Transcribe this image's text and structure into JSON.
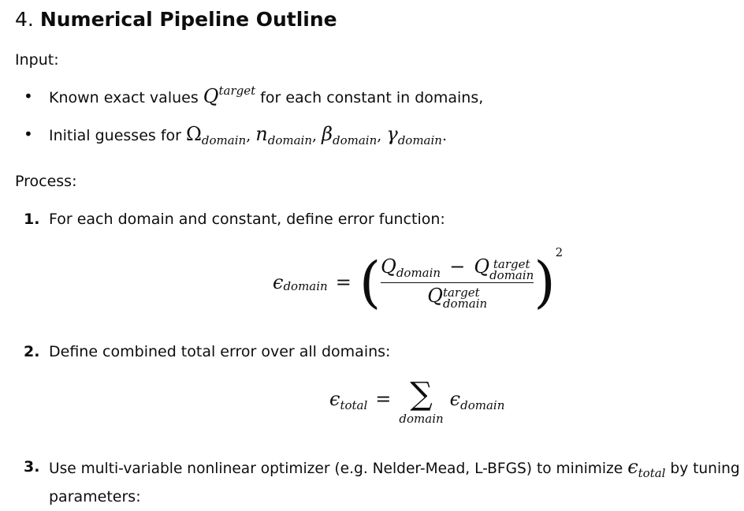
{
  "heading": {
    "number": "4.",
    "title": "Numerical Pipeline Outline"
  },
  "input_label": "Input:",
  "bullets": [
    {
      "before": "Known exact values",
      "math_base": "Q",
      "math_sup": "target",
      "after": "for each constant in domains,"
    },
    {
      "before": "Initial guesses for",
      "math_sub": "domain"
    }
  ],
  "process_label": "Process:",
  "steps": [
    {
      "num": "1.",
      "text": "For each domain and constant, define error function:"
    },
    {
      "num": "2.",
      "text": "Define combined total error over all domains:"
    },
    {
      "num": "3.",
      "text_a": "Use multi-variable nonlinear optimizer (e.g. Nelder-Mead, L-BFGS) to minimize",
      "math_sub": "total",
      "text_b": "by tuning",
      "text_c": "parameters:"
    }
  ],
  "eq1": {
    "lhs_sub": "domain",
    "num_sub": "domain",
    "sup": "target",
    "power": "2"
  },
  "eq2": {
    "lhs_sub": "total",
    "sum_sub": "domain",
    "rhs_sub": "domain"
  }
}
